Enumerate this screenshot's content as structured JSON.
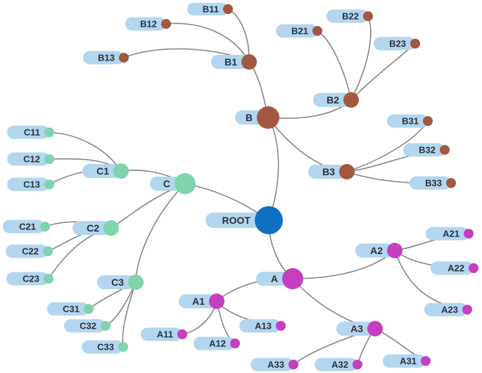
{
  "colors": {
    "root": "#1070c4",
    "A": "#c53fc0",
    "B": "#a2583f",
    "C": "#7fd3ad",
    "label_bg": "#b3d6f0",
    "edge": "#858585"
  },
  "nodes": {
    "root": {
      "label": "ROOT"
    },
    "A": {
      "label": "A"
    },
    "A1": {
      "label": "A1"
    },
    "A11": {
      "label": "A11"
    },
    "A12": {
      "label": "A12"
    },
    "A13": {
      "label": "A13"
    },
    "A2": {
      "label": "A2"
    },
    "A21": {
      "label": "A21"
    },
    "A22": {
      "label": "A22"
    },
    "A23": {
      "label": "A23"
    },
    "A3": {
      "label": "A3"
    },
    "A31": {
      "label": "A31"
    },
    "A32": {
      "label": "A32"
    },
    "A33": {
      "label": "A33"
    },
    "B": {
      "label": "B"
    },
    "B1": {
      "label": "B1"
    },
    "B11": {
      "label": "B11"
    },
    "B12": {
      "label": "B12"
    },
    "B13": {
      "label": "B13"
    },
    "B2": {
      "label": "B2"
    },
    "B21": {
      "label": "B21"
    },
    "B22": {
      "label": "B22"
    },
    "B23": {
      "label": "B23"
    },
    "B3": {
      "label": "B3"
    },
    "B31": {
      "label": "B31"
    },
    "B32": {
      "label": "B32"
    },
    "B33": {
      "label": "B33"
    },
    "C": {
      "label": "C"
    },
    "C1": {
      "label": "C1"
    },
    "C11": {
      "label": "C11"
    },
    "C12": {
      "label": "C12"
    },
    "C13": {
      "label": "C13"
    },
    "C2": {
      "label": "C2"
    },
    "C21": {
      "label": "C21"
    },
    "C22": {
      "label": "C22"
    },
    "C23": {
      "label": "C23"
    },
    "C3": {
      "label": "C3"
    },
    "C31": {
      "label": "C31"
    },
    "C32": {
      "label": "C32"
    },
    "C33": {
      "label": "C33"
    }
  },
  "edges": [
    [
      "root",
      "A"
    ],
    [
      "root",
      "B"
    ],
    [
      "root",
      "C"
    ],
    [
      "A",
      "A1"
    ],
    [
      "A",
      "A2"
    ],
    [
      "A",
      "A3"
    ],
    [
      "A1",
      "A11"
    ],
    [
      "A1",
      "A12"
    ],
    [
      "A1",
      "A13"
    ],
    [
      "A2",
      "A21"
    ],
    [
      "A2",
      "A22"
    ],
    [
      "A2",
      "A23"
    ],
    [
      "A3",
      "A31"
    ],
    [
      "A3",
      "A32"
    ],
    [
      "A3",
      "A33"
    ],
    [
      "B",
      "B1"
    ],
    [
      "B",
      "B2"
    ],
    [
      "B",
      "B3"
    ],
    [
      "B1",
      "B11"
    ],
    [
      "B1",
      "B12"
    ],
    [
      "B1",
      "B13"
    ],
    [
      "B2",
      "B21"
    ],
    [
      "B2",
      "B22"
    ],
    [
      "B2",
      "B23"
    ],
    [
      "B3",
      "B31"
    ],
    [
      "B3",
      "B32"
    ],
    [
      "B3",
      "B33"
    ],
    [
      "C",
      "C1"
    ],
    [
      "C",
      "C2"
    ],
    [
      "C",
      "C3"
    ],
    [
      "C1",
      "C11"
    ],
    [
      "C1",
      "C12"
    ],
    [
      "C1",
      "C13"
    ],
    [
      "C2",
      "C21"
    ],
    [
      "C2",
      "C22"
    ],
    [
      "C2",
      "C23"
    ],
    [
      "C3",
      "C31"
    ],
    [
      "C3",
      "C32"
    ],
    [
      "C3",
      "C33"
    ]
  ]
}
